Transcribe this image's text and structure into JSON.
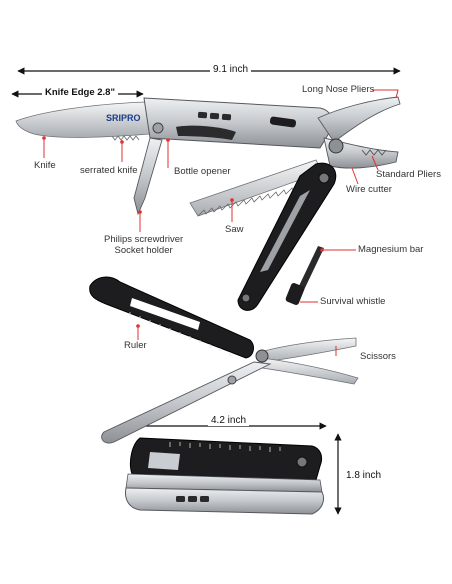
{
  "dimensions": {
    "overall_length": "9.1 inch",
    "knife_edge": "Knife Edge 2.8\"",
    "closed_length": "4.2 inch",
    "closed_height": "1.8 inch"
  },
  "brand": "SRIPRO",
  "callouts": {
    "long_nose_pliers": "Long Nose Pliers",
    "knife": "Knife",
    "serrated_knife": "serrated knife",
    "bottle_opener": "Bottle opener",
    "standard_pliers": "Standard Pliers",
    "wire_cutter": "Wire cutter",
    "saw": "Saw",
    "philips_line1": "Philips screwdriver",
    "philips_line2": "Socket holder",
    "magnesium_bar": "Magnesium bar",
    "survival_whistle": "Survival whistle",
    "ruler": "Ruler",
    "scissors": "Scissors"
  },
  "colors": {
    "accent": "#e03030",
    "steel": "#c9ccd0",
    "steel_dark": "#8a8e93",
    "handle_black": "#1d1d1f"
  }
}
